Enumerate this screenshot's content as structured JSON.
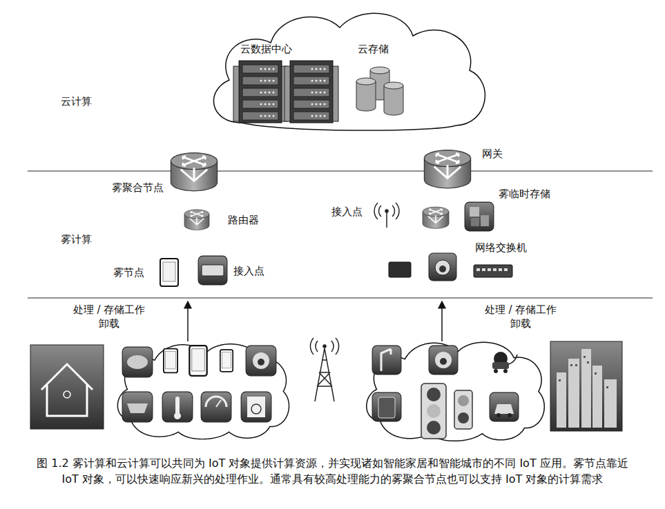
{
  "diagram": {
    "caption": "图 1.2 雾计算和云计算可以共同为 IoT 对象提供计算资源，并实现诸如智能家居和智能城市的不同 IoT 应用。雾节点靠近 IoT 对象，可以快速响应新兴的处理作业。通常具有较高处理能力的雾聚合节点也可以支持 IoT 对象的计算需求",
    "nodes": [
      {
        "text": [
          "云数据中心",
          "云存储"
        ]
      }
    ],
    "labels": [
      "云计算",
      "网关",
      "雾聚合节点",
      "路由器",
      "雾计算",
      "接入点",
      "雾临时存储",
      "网络交换机",
      "雾节点",
      "接入点",
      "处理 / 存储工作 卸载",
      "处理 / 存储工作 卸载"
    ]
  }
}
